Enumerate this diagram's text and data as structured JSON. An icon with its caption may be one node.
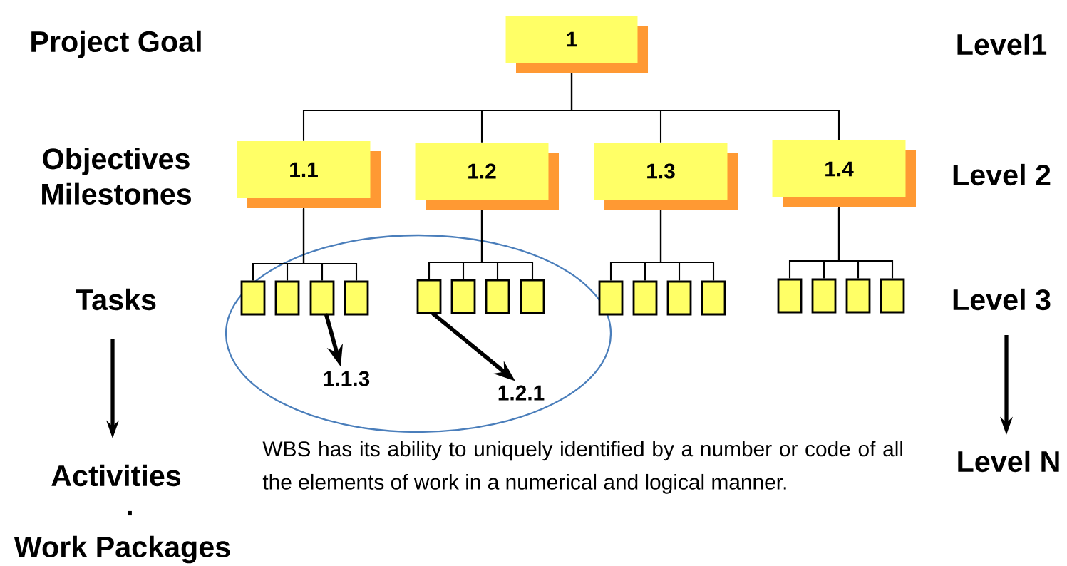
{
  "diagram": {
    "nodes": [
      {
        "text": [
          "1"
        ]
      },
      {
        "text": [
          "1.1"
        ]
      },
      {
        "text": [
          "1.2"
        ]
      },
      {
        "text": [
          "1.3"
        ]
      },
      {
        "text": [
          "1.4"
        ]
      },
      {
        "text": [],
        "shape": "box"
      },
      {
        "text": [],
        "shape": "box"
      },
      {
        "text": [],
        "shape": "box"
      },
      {
        "text": [],
        "shape": "box"
      },
      {
        "text": [],
        "shape": "box"
      },
      {
        "text": [],
        "shape": "box"
      },
      {
        "text": [],
        "shape": "box"
      },
      {
        "text": [],
        "shape": "box"
      },
      {
        "text": [],
        "shape": "box"
      },
      {
        "text": [],
        "shape": "box"
      },
      {
        "text": [],
        "shape": "box"
      },
      {
        "text": [],
        "shape": "box"
      },
      {
        "text": [],
        "shape": "box"
      },
      {
        "text": [],
        "shape": "box"
      },
      {
        "text": [],
        "shape": "box"
      },
      {
        "text": [],
        "shape": "box"
      },
      {
        "text": [
          "1.1.3"
        ]
      },
      {
        "text": [
          "1.2.1"
        ]
      }
    ],
    "edges": [
      {
        "from": 0,
        "to": 1,
        "arrow": "none"
      },
      {
        "from": 0,
        "to": 2,
        "arrow": "none"
      },
      {
        "from": 0,
        "to": 3,
        "arrow": "none"
      },
      {
        "from": 0,
        "to": 4,
        "arrow": "none"
      },
      {
        "from": 1,
        "to": 5,
        "arrow": "none"
      },
      {
        "from": 1,
        "to": 6,
        "arrow": "none"
      },
      {
        "from": 1,
        "to": 7,
        "arrow": "none"
      },
      {
        "from": 1,
        "to": 8,
        "arrow": "none"
      },
      {
        "from": 2,
        "to": 9,
        "arrow": "none"
      },
      {
        "from": 2,
        "to": 10,
        "arrow": "none"
      },
      {
        "from": 2,
        "to": 11,
        "arrow": "none"
      },
      {
        "from": 2,
        "to": 12,
        "arrow": "none"
      },
      {
        "from": 3,
        "to": 13,
        "arrow": "none"
      },
      {
        "from": 3,
        "to": 14,
        "arrow": "none"
      },
      {
        "from": 3,
        "to": 15,
        "arrow": "none"
      },
      {
        "from": 3,
        "to": 16,
        "arrow": "none"
      },
      {
        "from": 4,
        "to": 17,
        "arrow": "none"
      },
      {
        "from": 4,
        "to": 18,
        "arrow": "none"
      },
      {
        "from": 4,
        "to": 19,
        "arrow": "none"
      },
      {
        "from": 4,
        "to": 20,
        "arrow": "none"
      },
      {
        "from": 7,
        "to": 21,
        "arrow": "to",
        "style": "thick"
      },
      {
        "from": 9,
        "to": 22,
        "arrow": "to",
        "style": "thick"
      }
    ],
    "labels": [
      "Project Goal",
      "Level1",
      "Objectives Milestones",
      "Level 2",
      "Tasks",
      "Level 3",
      "Activities",
      ".",
      "Level N",
      "Work Packages",
      "WBS has its ability to uniquely identified by a number or code of all the elements of work in a numerical  and logical manner."
    ]
  }
}
